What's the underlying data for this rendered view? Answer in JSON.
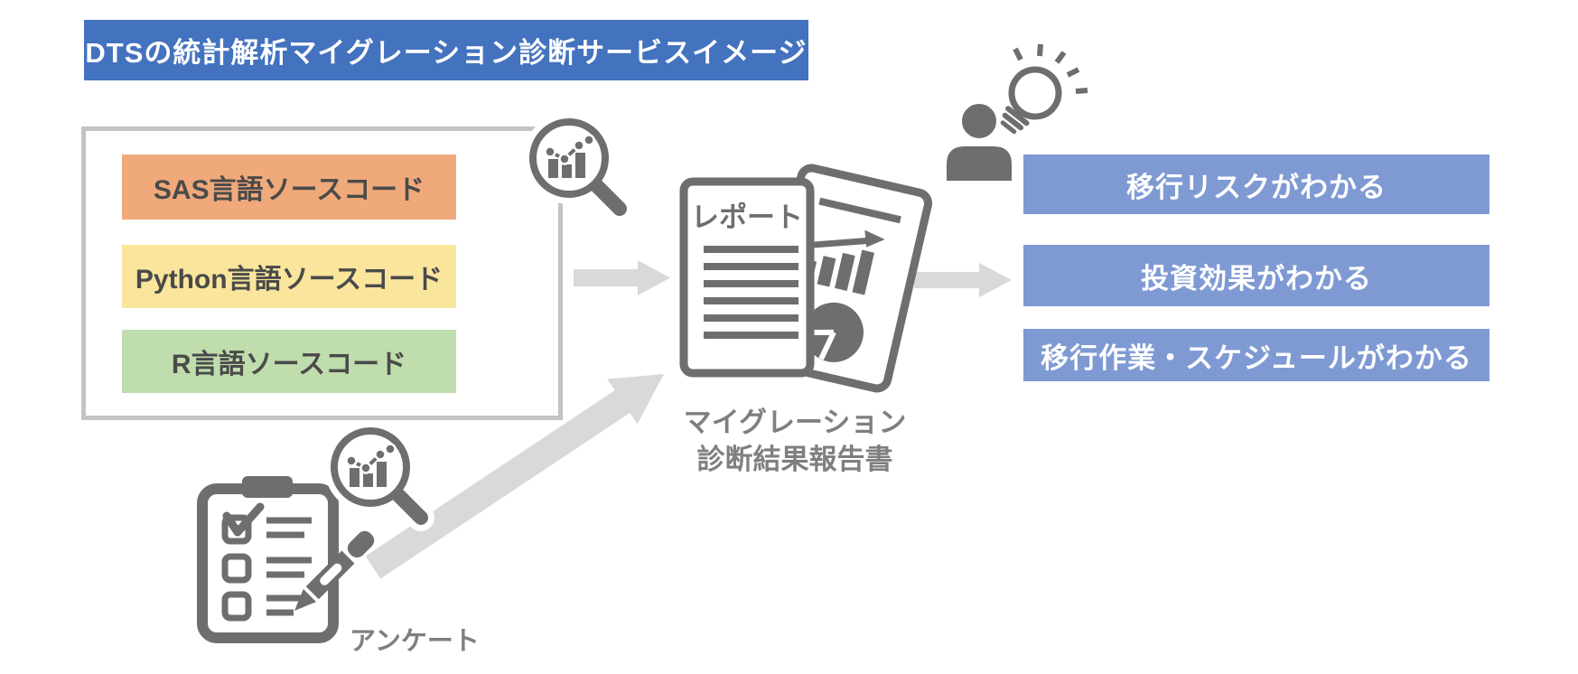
{
  "title": "DTSの統計解析マイグレーション診断サービスイメージ",
  "sources": {
    "items": [
      {
        "label": "SAS言語ソースコード",
        "color": "#F0A97A"
      },
      {
        "label": "Python言語ソースコード",
        "color": "#FAE59C"
      },
      {
        "label": "R言語ソースコード",
        "color": "#C0DDAD"
      }
    ]
  },
  "survey": {
    "label": "アンケート"
  },
  "report": {
    "icon_title": "レポート",
    "caption_line1": "マイグレーション",
    "caption_line2": "診断結果報告書"
  },
  "outcomes": {
    "items": [
      {
        "label": "移行リスクがわかる"
      },
      {
        "label": "投資効果がわかる"
      },
      {
        "label": "移行作業・スケジュールがわかる"
      }
    ]
  },
  "icons": {
    "magnifier_top": "magnifier-chart-icon",
    "magnifier_bottom": "magnifier-chart-icon",
    "report": "report-documents-icon",
    "survey": "clipboard-checklist-pen-icon",
    "person": "person-icon",
    "idea": "lightbulb-idea-icon",
    "arrows": "flow-arrow"
  },
  "colors": {
    "banner_blue": "#4372BF",
    "outcome_blue": "#7F9AD3",
    "source_orange": "#F0A97A",
    "source_yellow": "#FAE59C",
    "source_green": "#C0DDAD",
    "icon_gray": "#6E6E6E",
    "caption_gray": "#7F7F7F",
    "arrow_gray": "#D9D9D9",
    "box_border_gray": "#C3C3C3",
    "bar_text_gray": "#4A4A4A"
  }
}
